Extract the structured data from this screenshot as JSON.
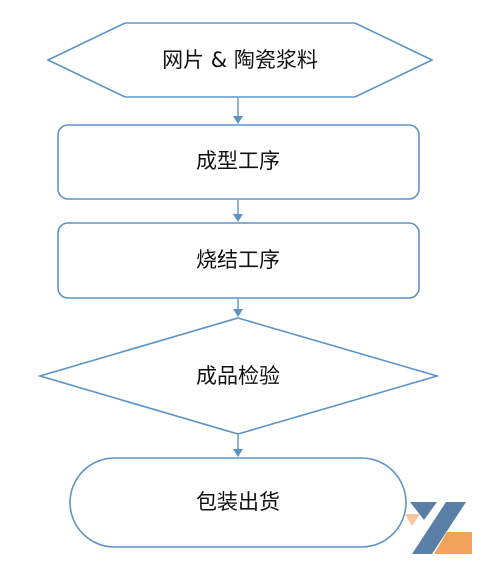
{
  "diagram": {
    "nodes": {
      "start": {
        "label": "网片 & 陶瓷浆料",
        "shape": "hexagon"
      },
      "forming": {
        "label": "成型工序",
        "shape": "rounded-rectangle"
      },
      "sintering": {
        "label": "烧结工序",
        "shape": "rounded-rectangle"
      },
      "inspection": {
        "label": "成品检验",
        "shape": "diamond"
      },
      "shipping": {
        "label": "包装出货",
        "shape": "terminal"
      }
    },
    "edges": [
      {
        "from": "start",
        "to": "forming"
      },
      {
        "from": "forming",
        "to": "sintering"
      },
      {
        "from": "sintering",
        "to": "inspection"
      },
      {
        "from": "inspection",
        "to": "shipping"
      }
    ],
    "colors": {
      "stroke": "#5b93c7",
      "fill": "#ffffff",
      "text": "#111111"
    }
  },
  "logo": {
    "icon": "z-logo-icon",
    "colors": {
      "blue": "#5a7fa6",
      "orange": "#f0a25a"
    }
  }
}
